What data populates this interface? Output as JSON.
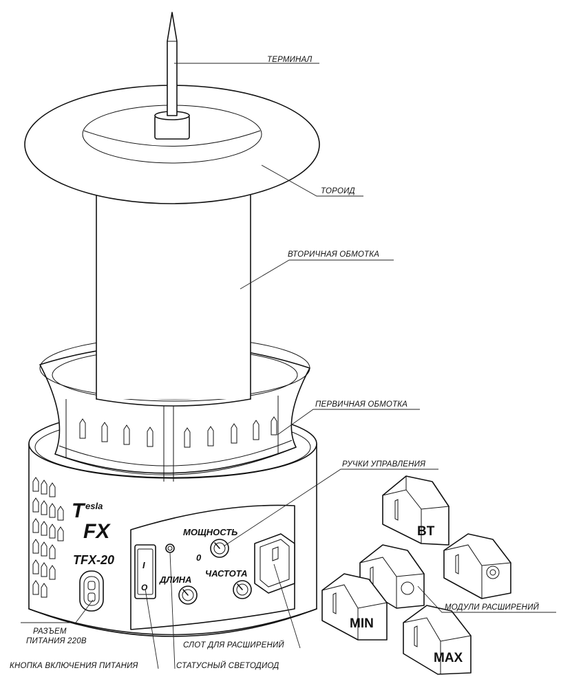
{
  "device": {
    "brand_top": "esla",
    "brand_T": "T",
    "brand_bottom": "FX",
    "model": "TFX-20"
  },
  "panel": {
    "power": "МОЩНОСТЬ",
    "zero": "0",
    "length": "ДЛИНА",
    "frequency": "ЧАСТОТА",
    "switch_mark": "I",
    "switch_mark_off": "O"
  },
  "modules": {
    "bt": "BT",
    "min": "MIN",
    "max": "MAX"
  },
  "callouts": {
    "terminal": "ТЕРМИНАЛ",
    "toroid": "ТОРОИД",
    "secondary": "ВТОРИЧНАЯ ОБМОТКА",
    "primary": "ПЕРВИЧНАЯ ОБМОТКА",
    "knobs": "РУЧКИ УПРАВЛЕНИЯ",
    "modules": "МОДУЛИ РАСШИРЕНИЙ",
    "connector_line1": "РАЗЪЕМ",
    "connector_line2": "ПИТАНИЯ 220В",
    "power_button": "КНОПКА ВКЛЮЧЕНИЯ ПИТАНИЯ",
    "slot": "СЛОТ ДЛЯ РАСШИРЕНИЙ",
    "led": "СТАТУСНЫЙ СВЕТОДИОД"
  }
}
